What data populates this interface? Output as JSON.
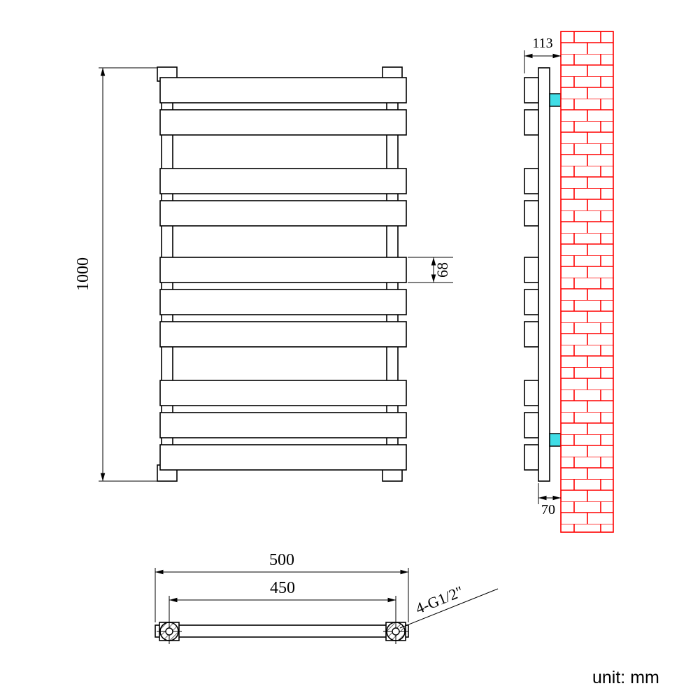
{
  "drawing": {
    "title": "towel-radiator-technical-drawing",
    "front_view": {
      "height_label": "1000",
      "bar_height_label": "68"
    },
    "side_view": {
      "depth_label": "113",
      "wall_offset_label": "70"
    },
    "bottom_view": {
      "overall_width_label": "500",
      "pipe_spacing_label": "450",
      "connection_label": "4-G1/2\""
    },
    "unit_label": "unit: mm"
  },
  "colors": {
    "line": "#000000",
    "brick_red": "#ff0000",
    "bracket_cyan": "#40dde6"
  }
}
